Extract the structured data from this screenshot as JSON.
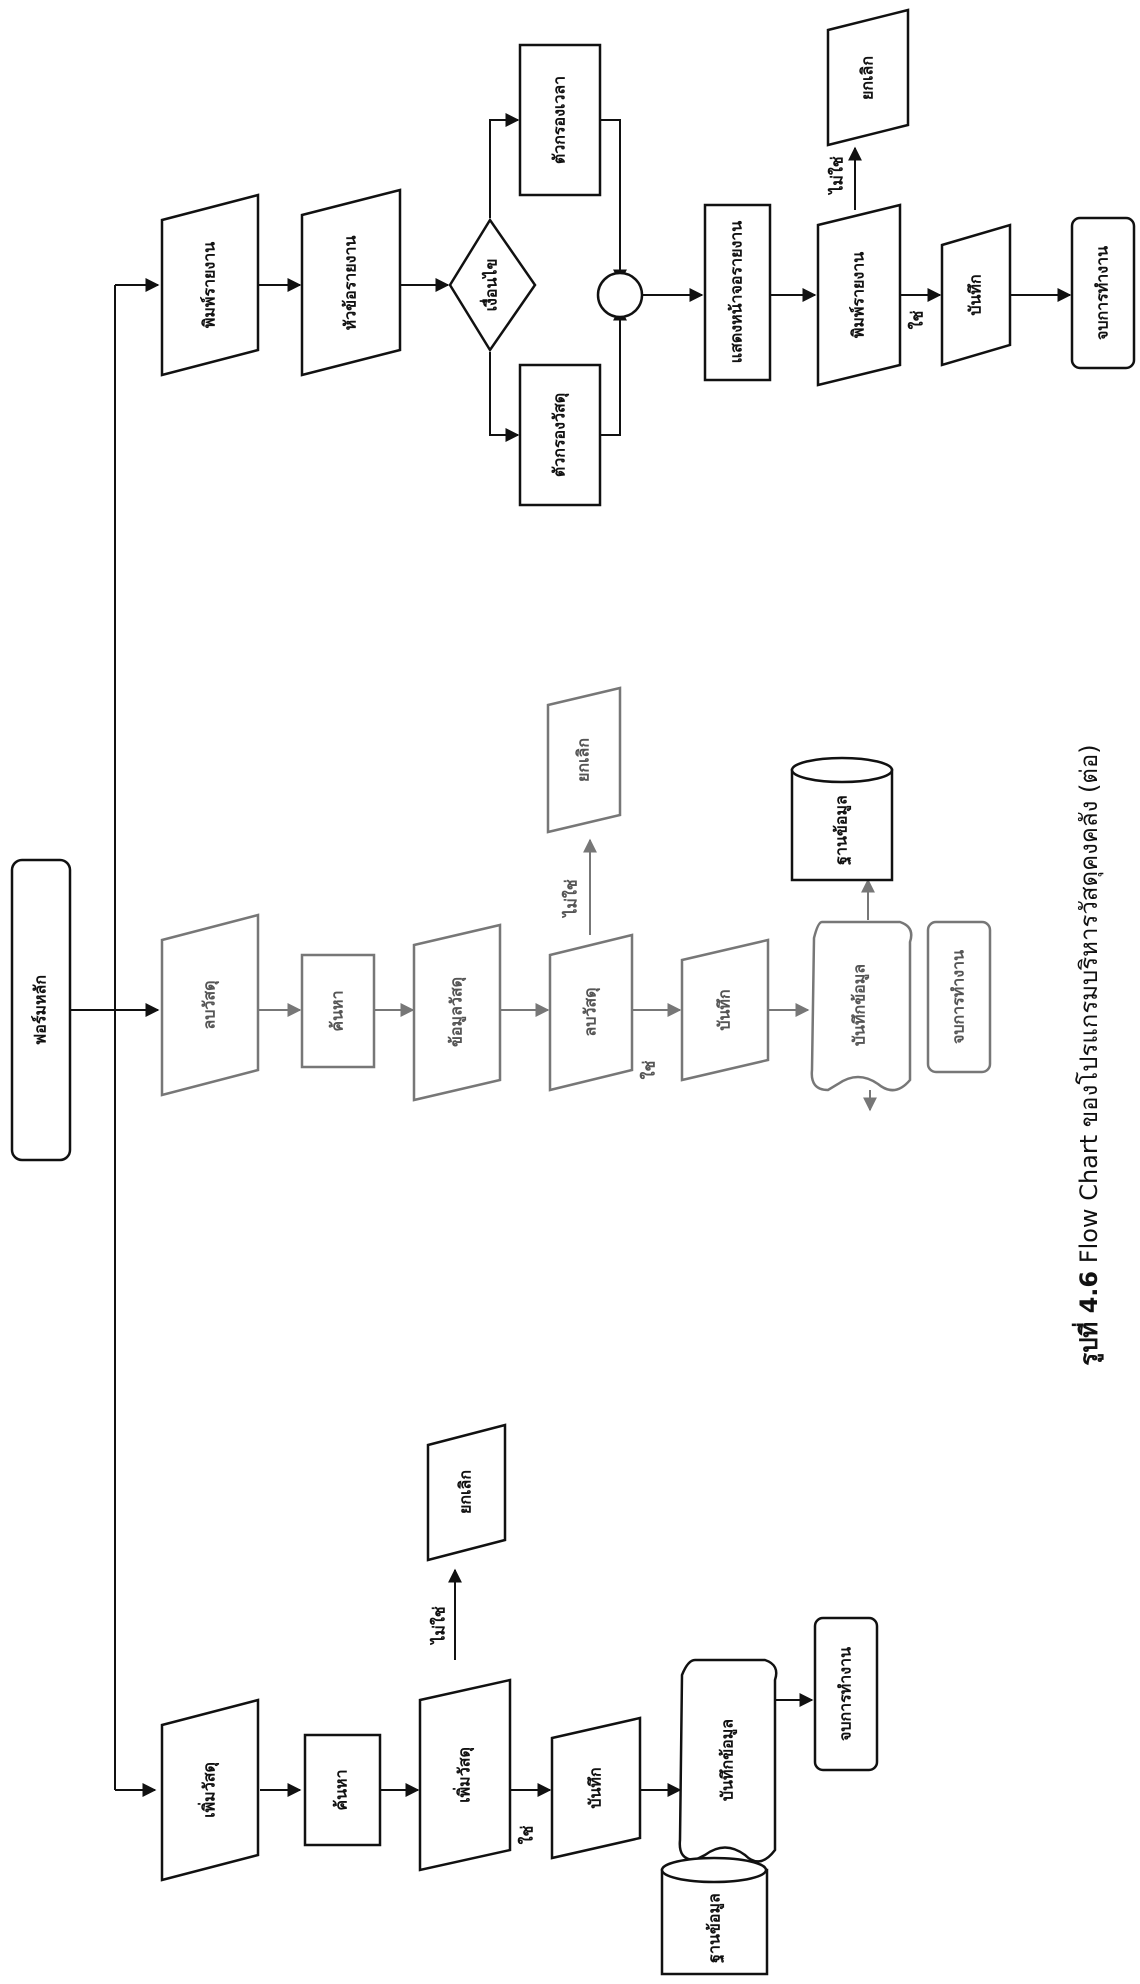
{
  "diagram": {
    "main_form": "ฟอร์มหลัก",
    "add_branch": {
      "add_material": "เพิ่มวัสดุ",
      "search": "ค้นหา",
      "add_material_decision": "เพิ่มวัสดุ",
      "no": "ไม่ใช่",
      "cancel": "ยกเลิก",
      "yes": "ใช่",
      "save": "บันทึก",
      "save_data": "บันทึกข้อมูล",
      "database": "ฐานข้อมูล",
      "end": "จบการทำงาน"
    },
    "delete_branch": {
      "delete_material": "ลบวัสดุ",
      "search": "ค้นหา",
      "material_data": "ข้อมูลวัสดุ",
      "delete_material_decision": "ลบวัสดุ",
      "no": "ไม่ใช่",
      "cancel": "ยกเลิก",
      "yes": "ใช่",
      "save": "บันทึก",
      "save_data": "บันทึกข้อมูล",
      "database": "ฐานข้อมูล",
      "end": "จบการทำงาน"
    },
    "report_branch": {
      "print_report": "พิมพ์รายงาน",
      "report_header": "หัวข้อรายงาน",
      "condition": "เงื่อนไข",
      "time_filter": "ตัวกรองเวลา",
      "material_filter": "ตัวกรองวัสดุ",
      "show_report_screen": "แสดงหน้าจอรายงาน",
      "print_report_decision": "พิมพ์รายงาน",
      "no": "ไม่ใช่",
      "cancel": "ยกเลิก",
      "yes": "ใช่",
      "save": "บันทึก",
      "end": "จบการทำงาน"
    }
  },
  "caption": {
    "number": "รูปที่ 4.6",
    "text": "Flow Chart ของโปรแกรมบริหารวัสดุคงคลัง (ต่อ)"
  }
}
